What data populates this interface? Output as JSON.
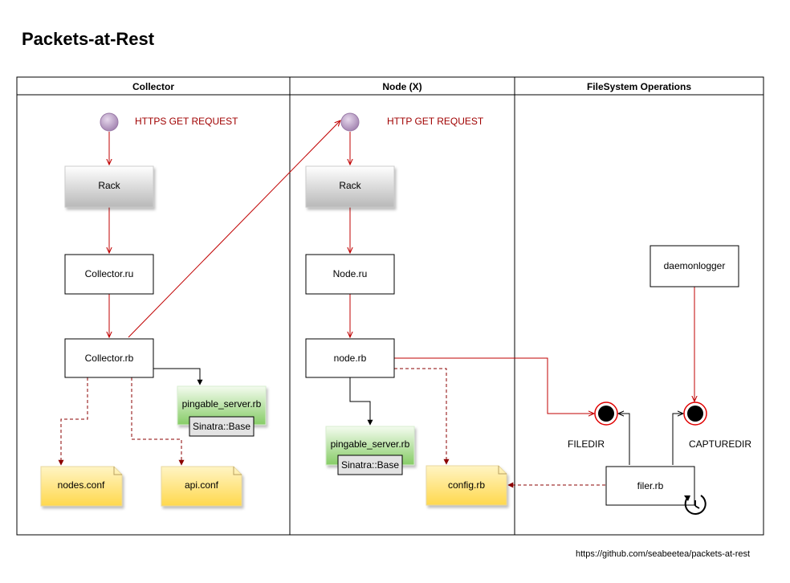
{
  "page": {
    "title": "Packets-at-Rest",
    "footer_url": "https://github.com/seabeetea/packets-at-rest"
  },
  "lanes": {
    "collector": "Collector",
    "node": "Node (X)",
    "filesystem": "FileSystem Operations"
  },
  "collector": {
    "request_label": "HTTPS GET REQUEST",
    "rack": "Rack",
    "ru": "Collector.ru",
    "rb": "Collector.rb",
    "pingable": "pingable_server.rb",
    "sinatra": "Sinatra::Base",
    "nodes_conf": "nodes.conf",
    "api_conf": "api.conf"
  },
  "node": {
    "request_label": "HTTP GET REQUEST",
    "rack": "Rack",
    "ru": "Node.ru",
    "rb": "node.rb",
    "pingable": "pingable_server.rb",
    "sinatra": "Sinatra::Base",
    "config": "config.rb"
  },
  "filesystem": {
    "daemonlogger": "daemonlogger",
    "filedir": "FILEDIR",
    "capturedir": "CAPTUREDIR",
    "filer": "filer.rb"
  },
  "colors": {
    "flow_red": "#c00000",
    "dashed_dark_red": "#8b0000",
    "request_text": "#a00000",
    "start_node_fill": "#c3a8cc",
    "note_fill": "#ffdf6a",
    "green_box": "#a3d88a"
  }
}
